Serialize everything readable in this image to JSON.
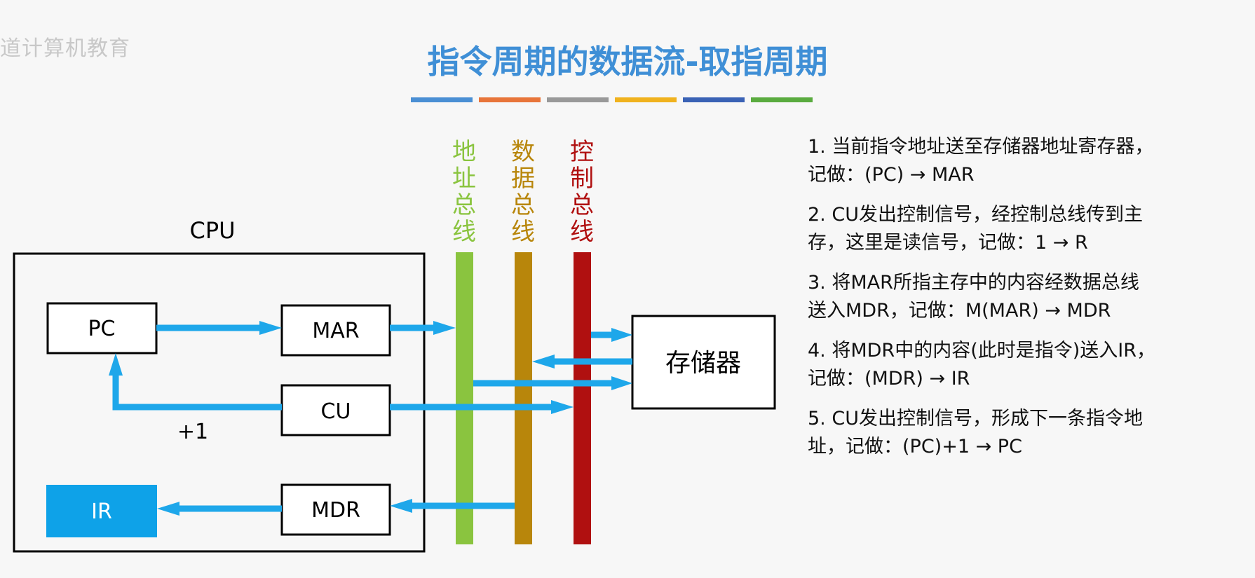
{
  "watermark": "道计算机教育",
  "title": "指令周期的数据流-取指周期",
  "title_bar_colors": [
    "#4a8fd4",
    "#e8753a",
    "#999999",
    "#f0b21e",
    "#3a62b5",
    "#5aab3f"
  ],
  "diagram": {
    "cpu_label": "CPU",
    "registers": {
      "pc": "PC",
      "mar": "MAR",
      "cu": "CU",
      "ir": "IR",
      "mdr": "MDR"
    },
    "memory": "存储器",
    "increment": "+1",
    "buses": {
      "address": {
        "chars": [
          "地",
          "址",
          "总",
          "线"
        ],
        "color": "#8ac43f"
      },
      "data": {
        "chars": [
          "数",
          "据",
          "总",
          "线"
        ],
        "color": "#b8860b"
      },
      "control": {
        "chars": [
          "控",
          "制",
          "总",
          "线"
        ],
        "color": "#b01010"
      }
    },
    "arrow_color": "#1ea7ea",
    "ir_fill": "#0ea2e8"
  },
  "steps": [
    {
      "lines": [
        "1. 当前指令地址送至存储器地址寄存器，",
        "记做：(PC) → MAR"
      ]
    },
    {
      "lines": [
        "2. CU发出控制信号，经控制总线传到主",
        "存，这里是读信号，记做：1 → R"
      ]
    },
    {
      "lines": [
        "3. 将MAR所指主存中的内容经数据总线",
        "送入MDR，记做：M(MAR) → MDR"
      ]
    },
    {
      "lines": [
        "4. 将MDR中的内容(此时是指令)送入IR，",
        "记做：(MDR) → IR"
      ]
    },
    {
      "lines": [
        "5. CU发出控制信号，形成下一条指令地",
        "址，记做：(PC)+1 → PC"
      ]
    }
  ]
}
